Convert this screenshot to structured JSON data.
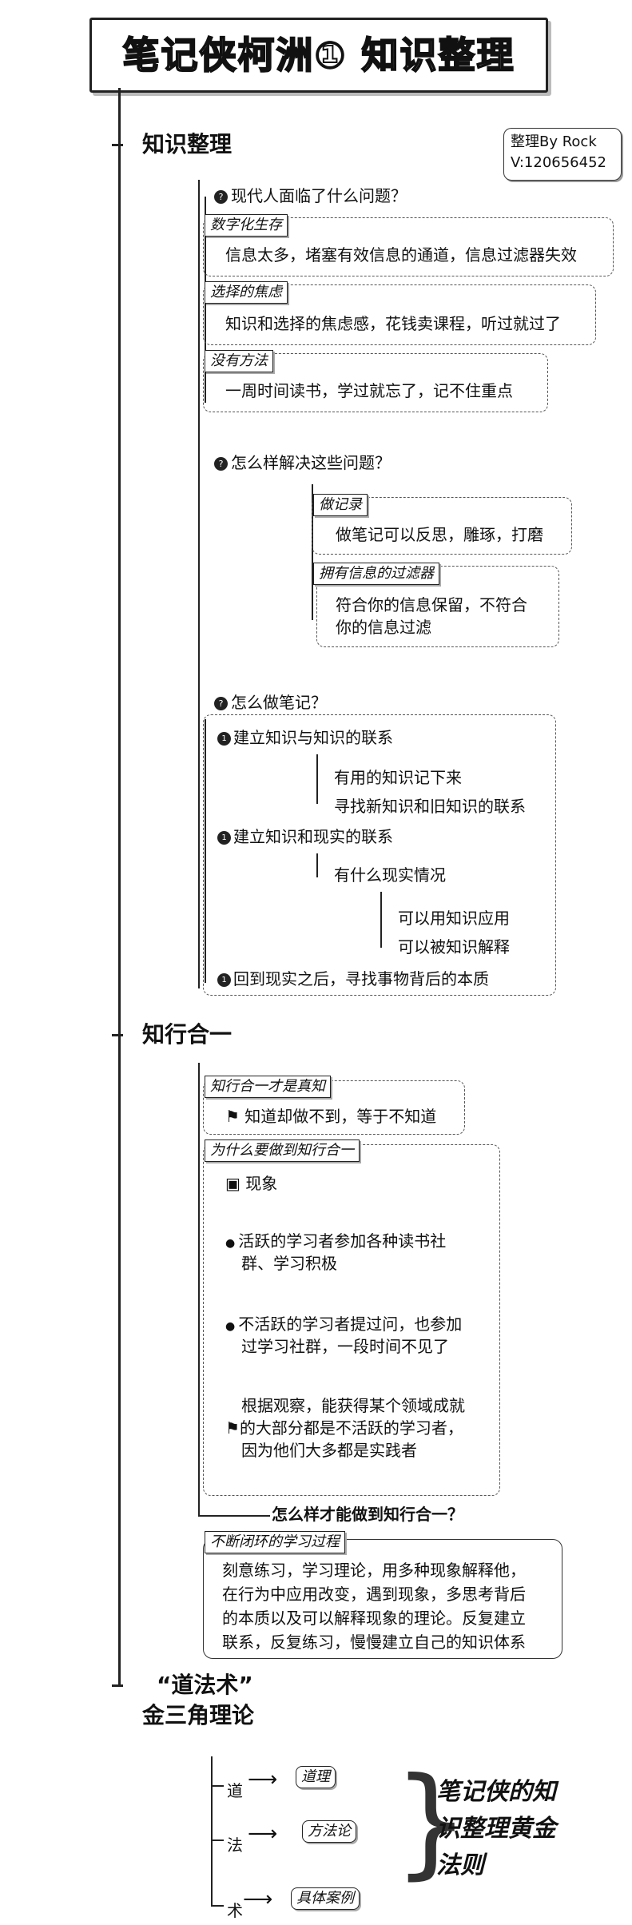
{
  "title": "笔记侠柯洲① 知识整理",
  "credit": {
    "line1": "整理By Rock",
    "line2": "V:120656452"
  },
  "s1": {
    "heading": "知识整理",
    "q1": {
      "label": "现代人面临了什么问题？",
      "items": [
        {
          "tag": "数字化生存",
          "text": "信息太多，堵塞有效信息的通道，信息过滤器失效"
        },
        {
          "tag": "选择的焦虑",
          "text": "知识和选择的焦虑感，花钱卖课程，听过就过了"
        },
        {
          "tag": "没有方法",
          "text": "一周时间读书，学过就忘了，记不住重点"
        }
      ]
    },
    "q2": {
      "label": "怎么样解决这些问题？",
      "items": [
        {
          "tag": "做记录",
          "text": "做笔记可以反思，雕琢，打磨"
        },
        {
          "tag": "拥有信息的过滤器",
          "text1": "符合你的信息保留，不符合",
          "text2": "你的信息过滤"
        }
      ]
    },
    "q3": {
      "label": "怎么做笔记？",
      "a": {
        "label": "建立知识与知识的联系",
        "c1": "有用的知识记下来",
        "c2": "寻找新知识和旧知识的联系"
      },
      "b": {
        "label": "建立知识和现实的联系",
        "c1": "有什么现实情况",
        "d1": "可以用知识应用",
        "d2": "可以被知识解释"
      },
      "c": {
        "label": "回到现实之后，寻找事物背后的本质"
      }
    }
  },
  "s2": {
    "heading": "知行合一",
    "t1": {
      "tag": "知行合一才是真知",
      "text": "知道却做不到，等于不知道"
    },
    "t2": {
      "tag": "为什么要做到知行合一",
      "p0": "现象",
      "p1a": "活跃的学习者参加各种读书社",
      "p1b": "群、学习积极",
      "p2a": "不活跃的学习者提过问，也参加",
      "p2b": "过学习社群，一段时间不见了",
      "p3a": "根据观察，能获得某个领域成就",
      "p3b": "的大部分都是不活跃的学习者，",
      "p3c": "因为他们大多都是实践者"
    },
    "q": "怎么样才能做到知行合一？",
    "t3": {
      "tag": "不断闭环的学习过程",
      "l1": "刻意练习，学习理论，用多种现象解释他，",
      "l2": "在行为中应用改变，遇到现象，多思考背后",
      "l3": "的本质以及可以解释现象的理论。反复建立",
      "l4": "联系，反复练习，慢慢建立自己的知识体系"
    }
  },
  "s3": {
    "heading1": "“道法术”",
    "heading2": "金三角理论",
    "rows": [
      {
        "k": "道",
        "v": "道理"
      },
      {
        "k": "法",
        "v": "方法论"
      },
      {
        "k": "术",
        "v": "具体案例"
      }
    ],
    "summary1": "笔记侠的知",
    "summary2": "识整理黄金",
    "summary3": "法则"
  },
  "icons": {
    "q": "question-circle-icon",
    "n": "number-one-icon",
    "flag": "flag-icon",
    "person": "person-icon",
    "calendar": "calendar-icon"
  }
}
